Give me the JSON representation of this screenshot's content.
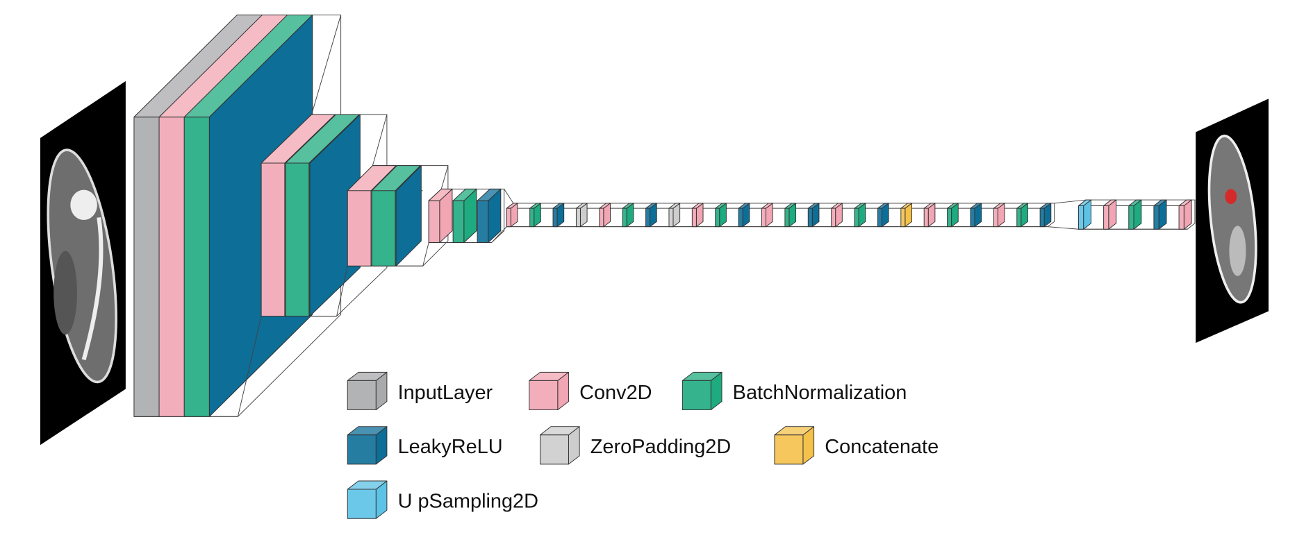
{
  "colors": {
    "InputLayer": "#a9aaac",
    "Conv2D": "#f2a5b3",
    "BatchNormalization": "#1eab7f",
    "LeakyReLU": "#0d6e98",
    "ZeroPadding2D": "#cdcdcd",
    "Concatenate": "#f4c14b",
    "UpSampling2D": "#5cc2e6"
  },
  "legend": [
    {
      "type": "InputLayer",
      "label": "InputLayer"
    },
    {
      "type": "Conv2D",
      "label": "Conv2D"
    },
    {
      "type": "BatchNormalization",
      "label": "BatchNormalization"
    },
    {
      "type": "LeakyReLU",
      "label": "LeakyReLU"
    },
    {
      "type": "ZeroPadding2D",
      "label": "ZeroPadding2D"
    },
    {
      "type": "Concatenate",
      "label": "Concatenate"
    },
    {
      "type": "UpSampling2D",
      "label": "U pSampling2D"
    }
  ],
  "network": {
    "stages": [
      [
        "InputLayer",
        "Conv2D",
        "BatchNormalization",
        "LeakyReLU"
      ],
      [
        "Conv2D",
        "BatchNormalization",
        "LeakyReLU"
      ],
      [
        "Conv2D",
        "BatchNormalization",
        "LeakyReLU"
      ],
      [
        "Conv2D",
        "BatchNormalization",
        "LeakyReLU"
      ],
      [
        "Conv2D",
        "BatchNormalization",
        "LeakyReLU",
        "ZeroPadding2D",
        "Conv2D",
        "BatchNormalization",
        "LeakyReLU",
        "ZeroPadding2D",
        "Conv2D",
        "BatchNormalization",
        "LeakyReLU",
        "Conv2D",
        "BatchNormalization",
        "LeakyReLU",
        "Conv2D",
        "BatchNormalization",
        "LeakyReLU",
        "Concatenate",
        "Conv2D",
        "BatchNormalization",
        "LeakyReLU",
        "Conv2D",
        "BatchNormalization",
        "LeakyReLU"
      ],
      [
        "UpSampling2D",
        "Conv2D",
        "BatchNormalization",
        "LeakyReLU",
        "Conv2D"
      ]
    ]
  }
}
